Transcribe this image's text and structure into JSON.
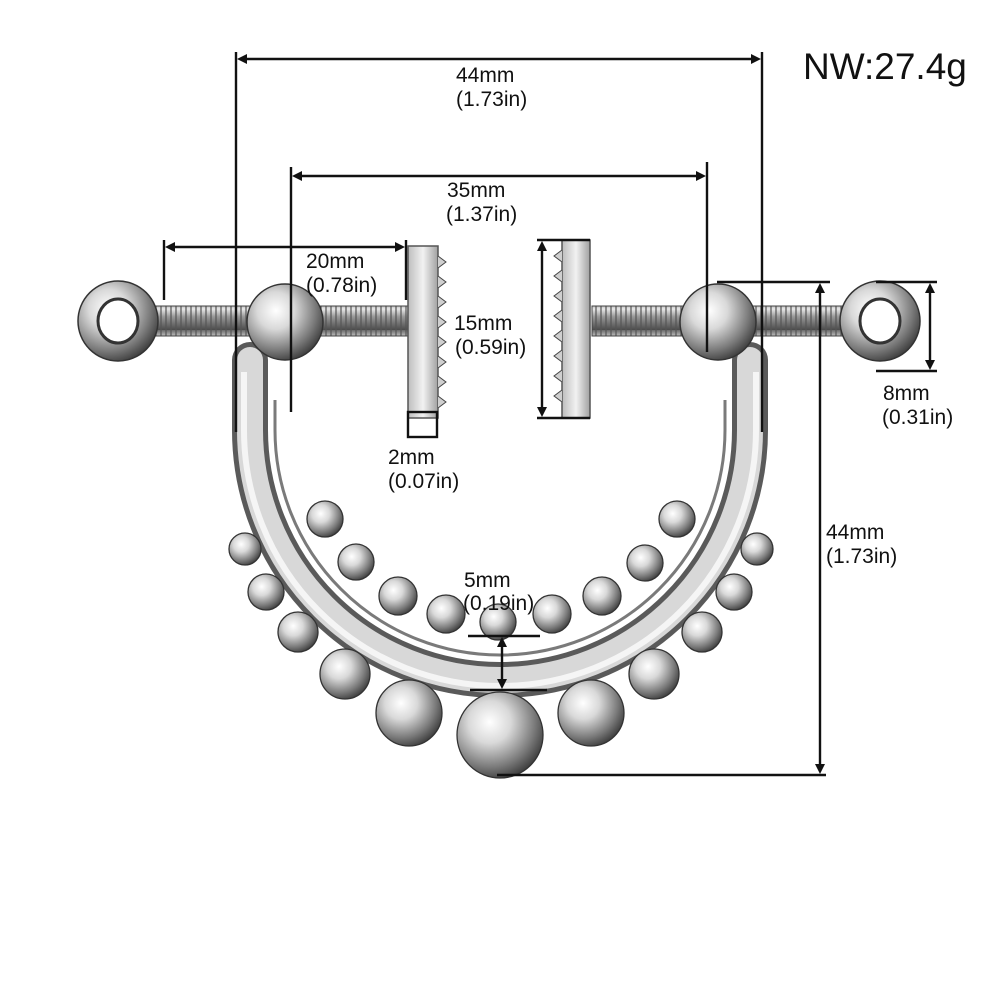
{
  "net_weight": "NW:27.4g",
  "colors": {
    "background": "#ffffff",
    "ink": "#111111",
    "metal_light": "#f4f4f4",
    "metal_mid": "#b8b8b8",
    "metal_dark": "#4a4a4a"
  },
  "dimensions": {
    "overall_width": {
      "mm": "44mm",
      "in": "(1.73in)"
    },
    "inner_width": {
      "mm": "35mm",
      "in": "(1.37in)"
    },
    "bar_length": {
      "mm": "20mm",
      "in": "(0.78in)"
    },
    "clamp_height": {
      "mm": "15mm",
      "in": "(0.59in)"
    },
    "ball_diameter": {
      "mm": "8mm",
      "in": "(0.31in)"
    },
    "clamp_thickness": {
      "mm": "2mm",
      "in": "(0.07in)"
    },
    "bottom_thickness": {
      "mm": "5mm",
      "in": "(0.19in)"
    },
    "overall_height": {
      "mm": "44mm",
      "in": "(1.73in)"
    }
  }
}
